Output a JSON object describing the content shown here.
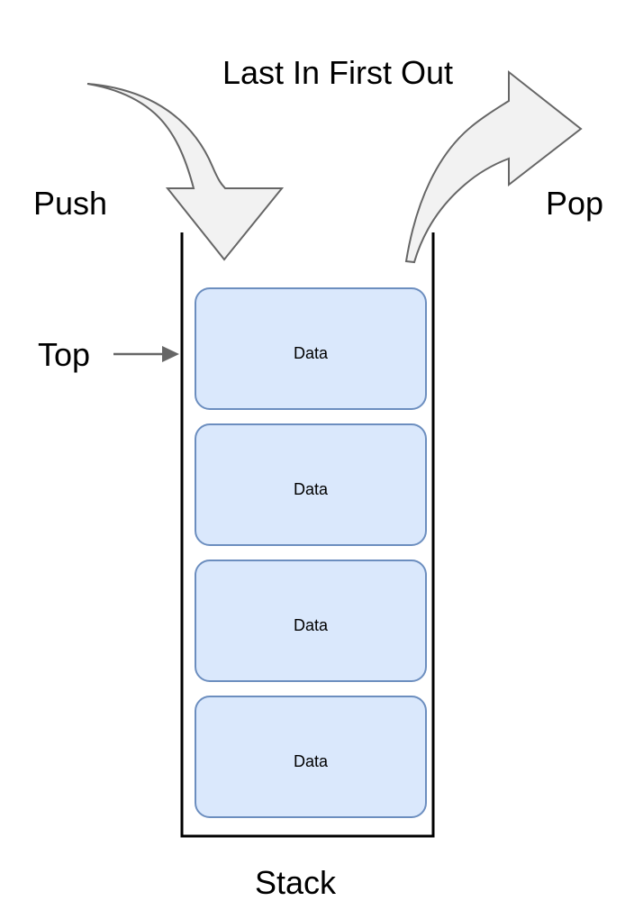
{
  "diagram": {
    "title": "Last In First Out",
    "bottom_label": "Stack",
    "push_label": "Push",
    "pop_label": "Pop",
    "top_label": "Top",
    "data_label": "Data",
    "stack_items": [
      {
        "label": "Data",
        "position": "top"
      },
      {
        "label": "Data",
        "position": "second"
      },
      {
        "label": "Data",
        "position": "third"
      },
      {
        "label": "Data",
        "position": "bottom"
      }
    ],
    "colors": {
      "box_fill": "#dae8fc",
      "box_stroke": "#6c8ebf",
      "arrow_fill": "#f2f2f2",
      "arrow_stroke": "#666666",
      "wall_stroke": "#000000",
      "text": "#000000",
      "pointer": "#666666",
      "background": "#ffffff"
    },
    "icons": {
      "push_arrow": "curved-down-arrow-icon",
      "pop_arrow": "curved-right-arrow-icon",
      "top_pointer": "right-arrow-icon"
    }
  }
}
